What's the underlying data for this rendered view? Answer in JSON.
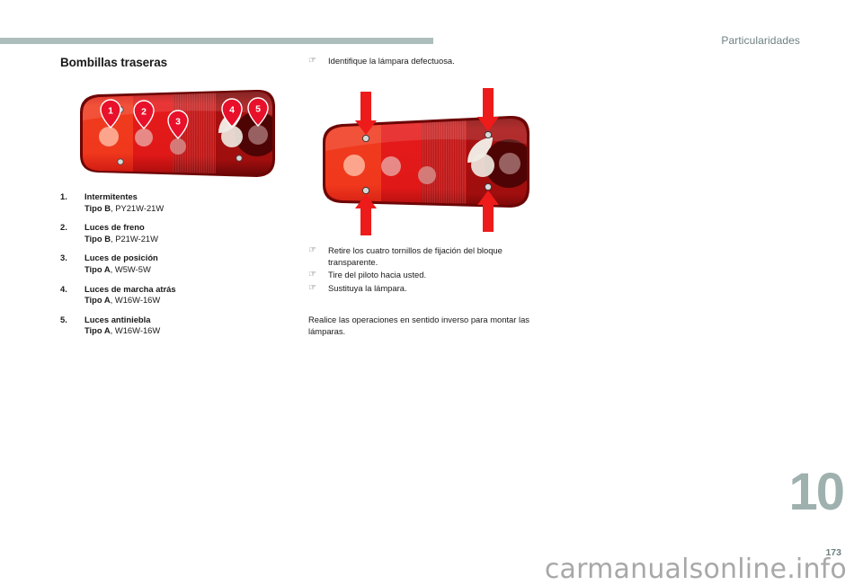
{
  "header": {
    "chapter_label": "Particularidades",
    "rule_color": "#adbdbb"
  },
  "left_column": {
    "title": "Bombillas traseras",
    "parts": [
      {
        "num": "1.",
        "name": "Intermitentes",
        "type": "Tipo B",
        "bulb": ", PY21W-21W"
      },
      {
        "num": "2.",
        "name": "Luces de freno",
        "type": "Tipo B",
        "bulb": ", P21W-21W"
      },
      {
        "num": "3.",
        "name": "Luces de posición",
        "type": "Tipo A",
        "bulb": ", W5W-5W"
      },
      {
        "num": "4.",
        "name": "Luces de marcha atrás",
        "type": "Tipo A",
        "bulb": ", W16W-16W"
      },
      {
        "num": "5.",
        "name": "Luces antiniebla",
        "type": "Tipo A",
        "bulb": ", W16W-16W"
      }
    ],
    "figure_markers": [
      "1",
      "2",
      "3",
      "4",
      "5"
    ]
  },
  "right_column": {
    "bullet_glyph": "☞",
    "steps_top": [
      "Identifique la lámpara defectuosa."
    ],
    "steps_bottom": [
      "Retire los cuatro tornillos de fijación del bloque transparente.",
      "Tire del piloto hacia usted.",
      "Sustituya la lámpara."
    ],
    "closing_note": "Realice las operaciones en sentido inverso para montar las lámparas."
  },
  "footer": {
    "chapter_number": "10",
    "page_number": "173",
    "watermark": "carmanualsonline.info"
  },
  "colors": {
    "accent_gray": "#9fb1ae",
    "rule": "#adbdbb",
    "arrow_red": "#ee1b1b",
    "marker_red": "#e8102a",
    "lamp_red": "#d81010",
    "lamp_dark": "#7d0a0a"
  }
}
